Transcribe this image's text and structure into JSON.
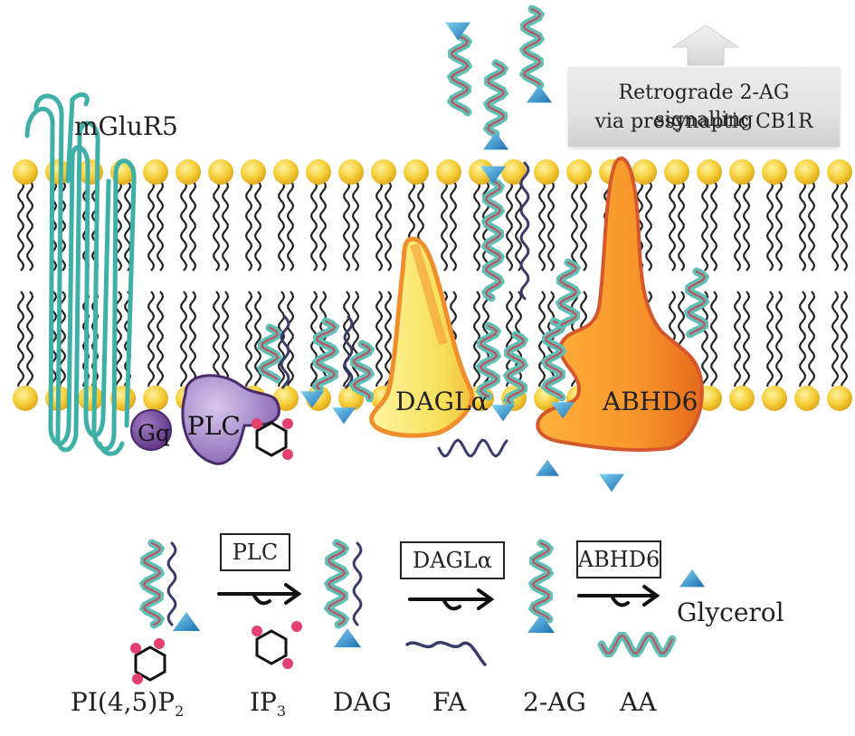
{
  "labels": {
    "mglur5": "mGluR5",
    "gq": "Gq",
    "plc": "PLC",
    "dagl": "DAGLα",
    "abhd6": "ABHD6",
    "signal_line1": "Retrograde 2-AG signalling",
    "signal_line2": "via presynaptic CB1R"
  },
  "pathway": {
    "enzymes": [
      "PLC",
      "DAGLα",
      "ABHD6"
    ],
    "glycerol_label": "Glycerol",
    "molecules": {
      "pip2_main": "PI(4,5)P",
      "pip2_sub": "2",
      "ip3_main": "IP",
      "ip3_sub": "3",
      "dag": "DAG",
      "fa": "FA",
      "two_ag": "2-AG",
      "aa": "AA"
    }
  },
  "colors": {
    "lipid_head": "#f5cf3a",
    "receptor": "#3fb0a8",
    "gq": "#7a4b99",
    "plc": "#9b7bc0",
    "dagl": "#f7e05a",
    "abhd6": "#f5932b",
    "glycerol": "#2e8fcf",
    "chain_dark": "#3c3a6b",
    "chain_light": "#5fbfb6",
    "chain_core": "#c0535f",
    "phosphate": "#e2406d"
  }
}
